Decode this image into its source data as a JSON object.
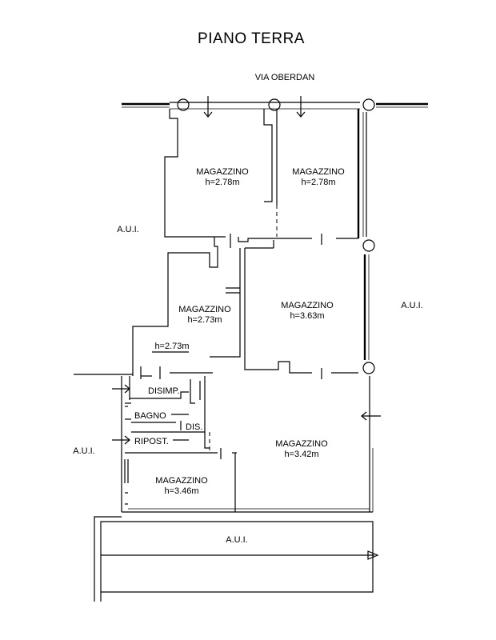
{
  "plan": {
    "title": "PIANO TERRA",
    "street": "VIA OBERDAN",
    "aui_labels": [
      "A.U.I.",
      "A.U.I.",
      "A.U.I.",
      "A.U.I."
    ],
    "rooms": [
      {
        "name": "MAGAZZINO",
        "height": "h=2.78m"
      },
      {
        "name": "MAGAZZINO",
        "height": "h=2.78m"
      },
      {
        "name": "MAGAZZINO",
        "height": "h=2.73m"
      },
      {
        "name": "MAGAZZINO",
        "height": "h=3.63m"
      },
      {
        "name": "MAGAZZINO",
        "height": "h=3.42m"
      },
      {
        "name": "MAGAZZINO",
        "height": "h=3.46m"
      }
    ],
    "corridor_height": "h=2.73m",
    "service_rooms": [
      "DISIMP.",
      "BAGNO",
      "DIS.",
      "RIPOST."
    ]
  }
}
